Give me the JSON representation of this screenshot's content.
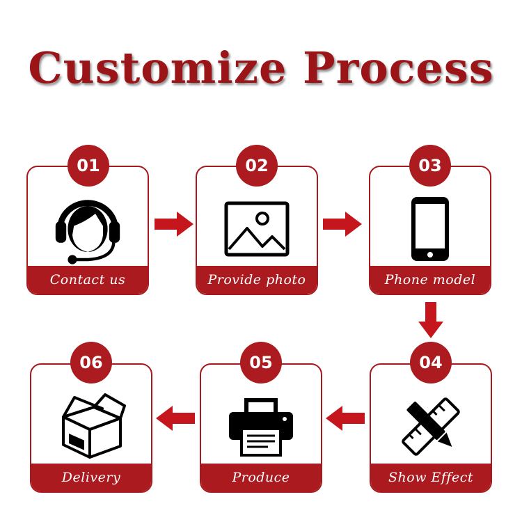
{
  "title": "Customize Process",
  "steps": [
    {
      "number": "01",
      "label": "Contact us",
      "icon": "headset-support-icon"
    },
    {
      "number": "02",
      "label": "Provide photo",
      "icon": "image-photo-icon"
    },
    {
      "number": "03",
      "label": "Phone model",
      "icon": "smartphone-icon"
    },
    {
      "number": "04",
      "label": "Show Effect",
      "icon": "pencil-ruler-icon"
    },
    {
      "number": "05",
      "label": "Produce",
      "icon": "printer-icon"
    },
    {
      "number": "06",
      "label": "Delivery",
      "icon": "package-box-icon"
    }
  ],
  "colors": {
    "accent": "#ab1a1f",
    "title": "#9b1418",
    "icon": "#000000"
  }
}
